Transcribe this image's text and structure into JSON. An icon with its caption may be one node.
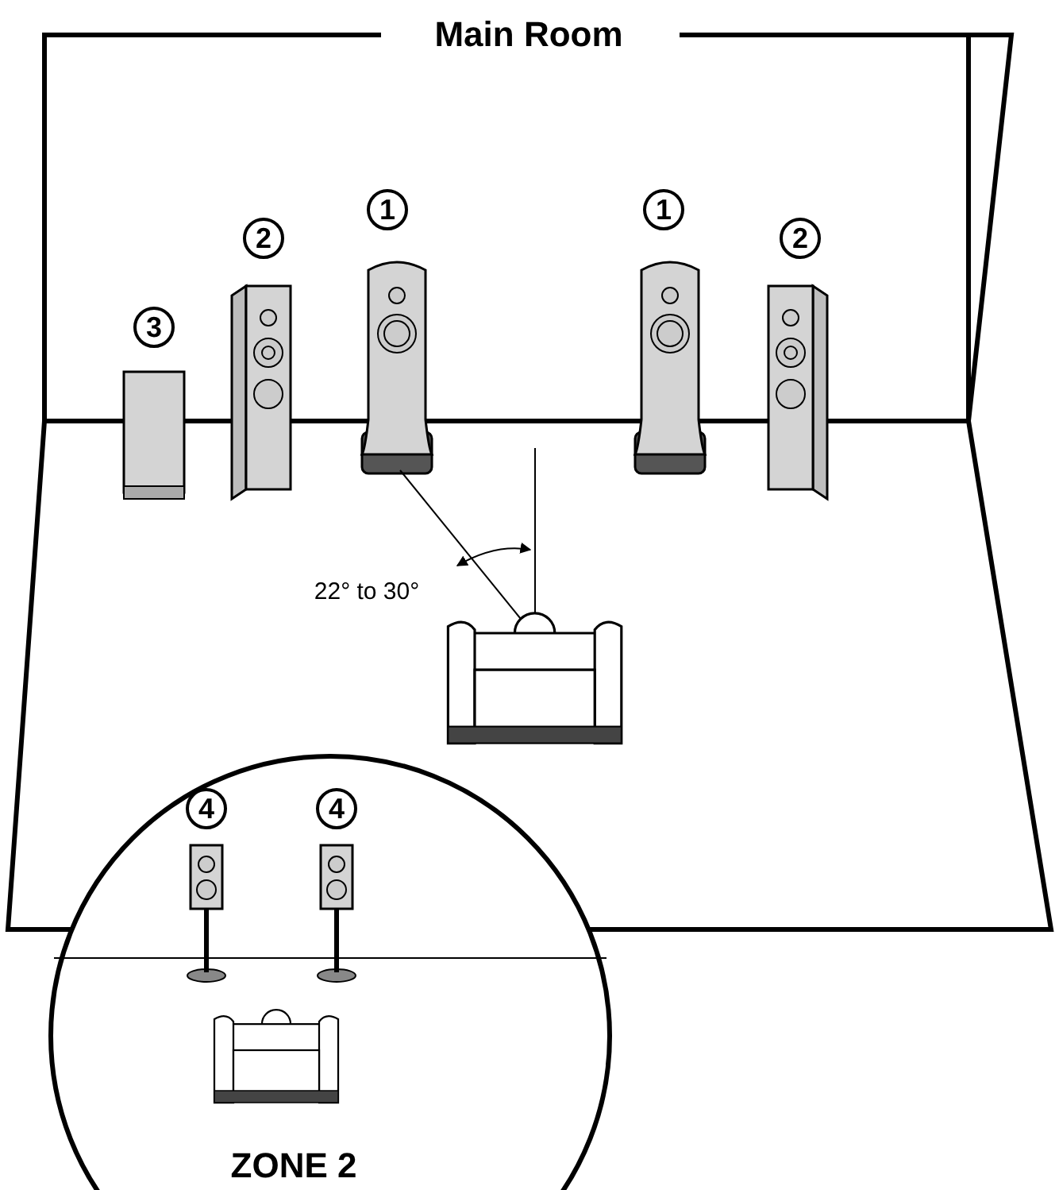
{
  "diagram": {
    "labels": [
      "Main Room",
      "1",
      "1",
      "2",
      "2",
      "3",
      "22° to 30°",
      "4",
      "4",
      "ZONE 2"
    ]
  }
}
